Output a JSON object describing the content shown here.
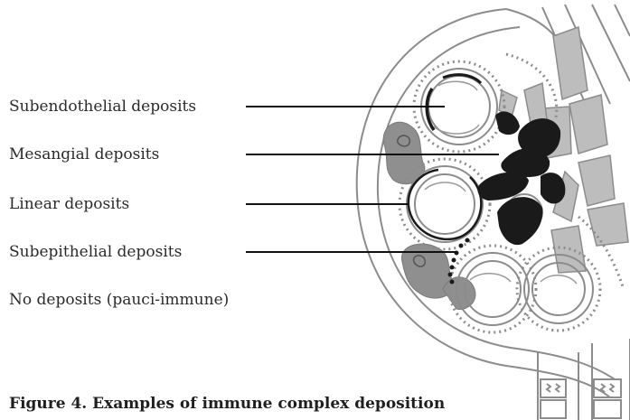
{
  "labels": [
    {
      "id": "subendothelial",
      "text": "Subendothelial deposits"
    },
    {
      "id": "mesangial",
      "text": "Mesangial deposits"
    },
    {
      "id": "linear",
      "text": "Linear deposits"
    },
    {
      "id": "subepithelial",
      "text": "Subepithelial deposits"
    },
    {
      "id": "pauci",
      "text": "No deposits (pauci-immune)"
    }
  ],
  "caption": "Figure 4. Examples of immune complex deposition",
  "colors": {
    "outline": "#8c8c8c",
    "mesangium": "#bdbdbd",
    "cell": "#8f8f8f",
    "deposit": "#1a1a1a",
    "leader": "#111111"
  }
}
